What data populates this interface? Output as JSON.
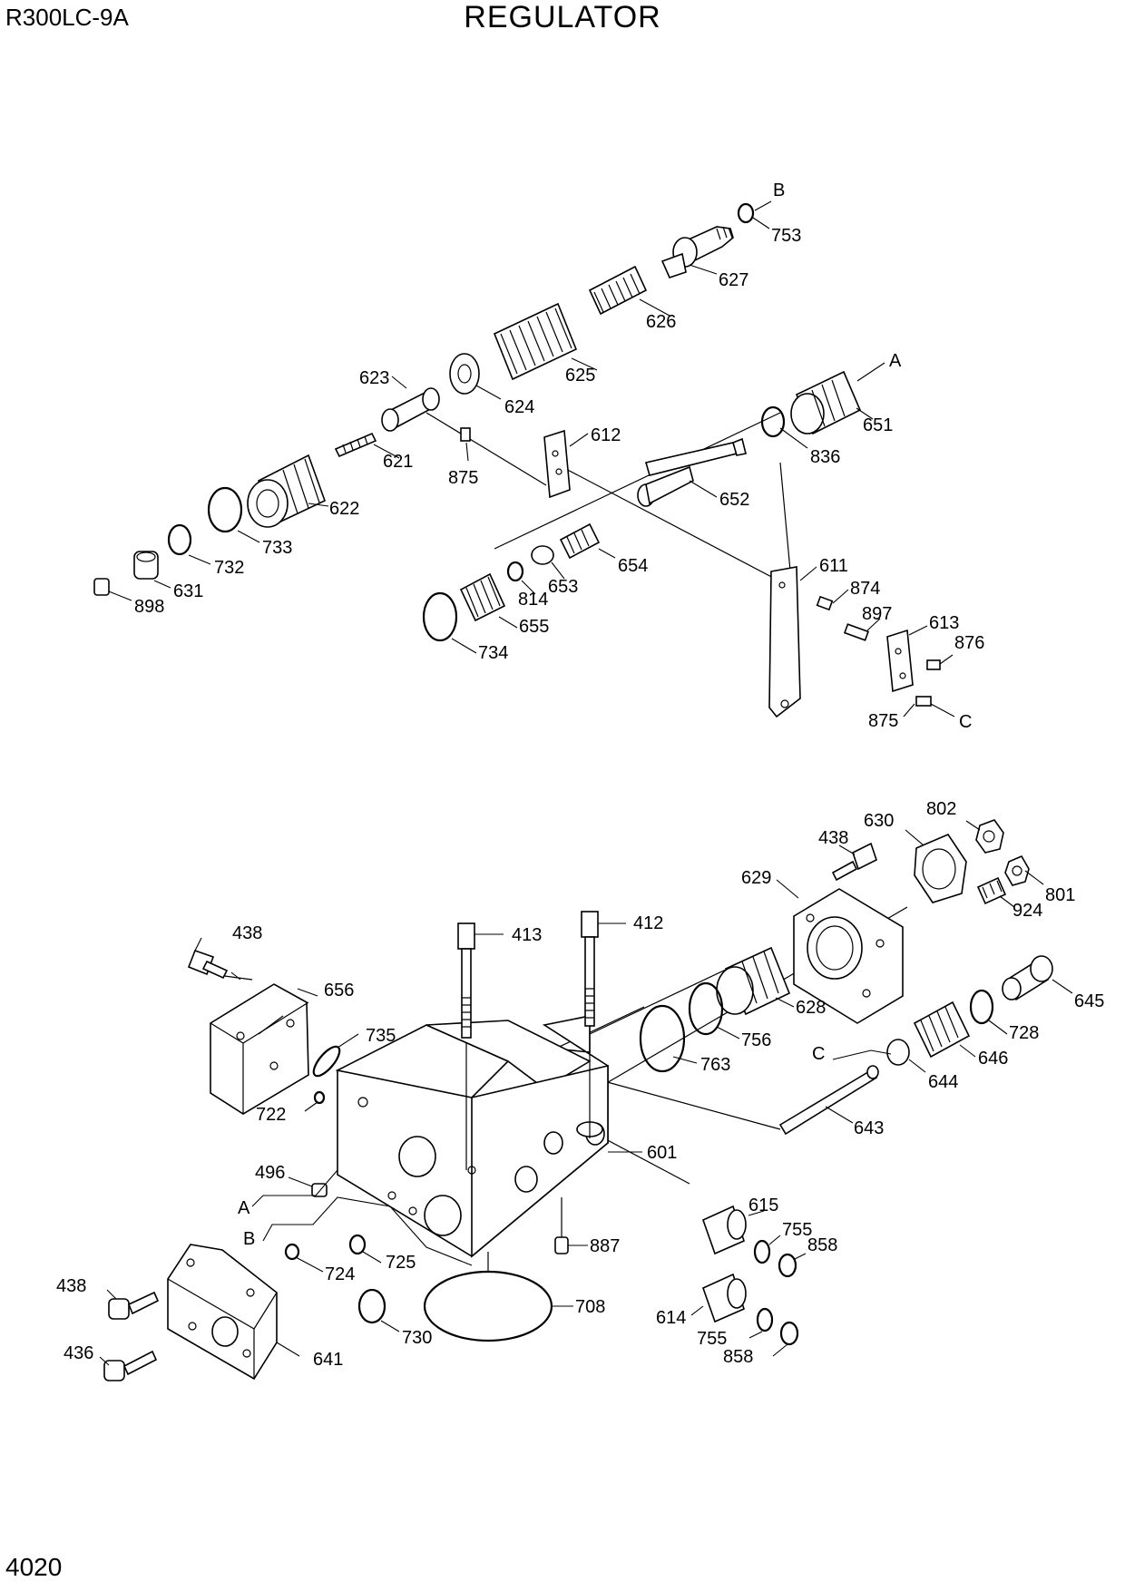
{
  "header": {
    "model": "R300LC-9A",
    "title": "REGULATOR"
  },
  "footer": {
    "page_number": "4020"
  },
  "callouts": [
    "B",
    "753",
    "627",
    "626",
    "625",
    "623",
    "624",
    "A",
    "651",
    "612",
    "621",
    "875",
    "836",
    "622",
    "652",
    "733",
    "654",
    "732",
    "653",
    "631",
    "814",
    "611",
    "874",
    "898",
    "655",
    "897",
    "613",
    "876",
    "734",
    "875",
    "C",
    "802",
    "630",
    "438",
    "629",
    "801",
    "924",
    "438",
    "413",
    "412",
    "656",
    "628",
    "645",
    "735",
    "756",
    "728",
    "763",
    "C",
    "646",
    "722",
    "644",
    "643",
    "601",
    "496",
    "A",
    "615",
    "755",
    "B",
    "858",
    "887",
    "724",
    "725",
    "708",
    "438",
    "614",
    "755",
    "858",
    "436",
    "730",
    "641"
  ]
}
